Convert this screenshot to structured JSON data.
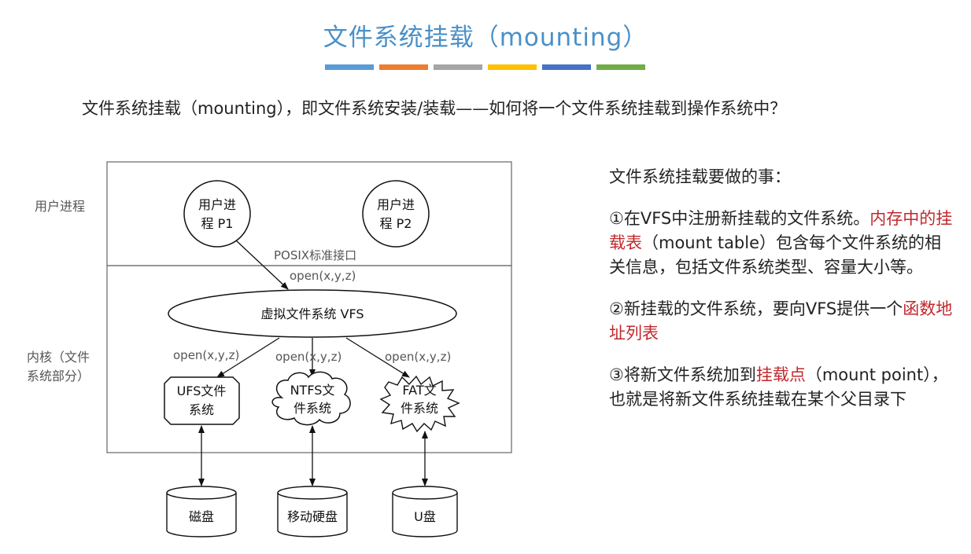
{
  "title": "文件系统挂载（mounting）",
  "accent_colors": [
    "#5b9bd5",
    "#ed7d31",
    "#a5a5a5",
    "#ffc000",
    "#4472c4",
    "#70ad47"
  ],
  "title_color": "#4a90c8",
  "highlight_color": "#c0282d",
  "subtitle": "文件系统挂载（mounting），即文件系统安装/装载——如何将一个文件系统挂载到操作系统中？",
  "diagram": {
    "zones": {
      "user": "用户进程",
      "kernel_line1": "内核（文件",
      "kernel_line2": "系统部分）"
    },
    "p1": {
      "line1": "用户进",
      "line2": "程 P1"
    },
    "p2": {
      "line1": "用户进",
      "line2": "程 P2"
    },
    "posix": "POSIX标准接口",
    "open_top": "open(x,y,z)",
    "vfs": "虚拟文件系统 VFS",
    "open_ufs": "open(x,y,z)",
    "open_ntfs": "open(x,y,z)",
    "open_fat": "open(x,y,z)",
    "ufs": {
      "line1": "UFS文件",
      "line2": "系统"
    },
    "ntfs": {
      "line1": "NTFS文",
      "line2": "件系统"
    },
    "fat": {
      "line1": "FAT文",
      "line2": "件系统"
    },
    "disk1": "磁盘",
    "disk2": "移动硬盘",
    "disk3": "U盘"
  },
  "side": {
    "heading": "文件系统挂载要做的事：",
    "s1a": "①在VFS中注册新挂载的文件系统。",
    "s1b": "内存中的挂载表",
    "s1c": "（mount table）包含每个文件系统的相关信息，包括文件系统类型、容量大小等。",
    "s2a": "②新挂载的文件系统，要向VFS提供一个",
    "s2b": "函数地址列表",
    "s3a": "③将新文件系统加到",
    "s3b": "挂载点",
    "s3c": "（mount point），也就是将新文件系统挂载在某个父目录下"
  }
}
